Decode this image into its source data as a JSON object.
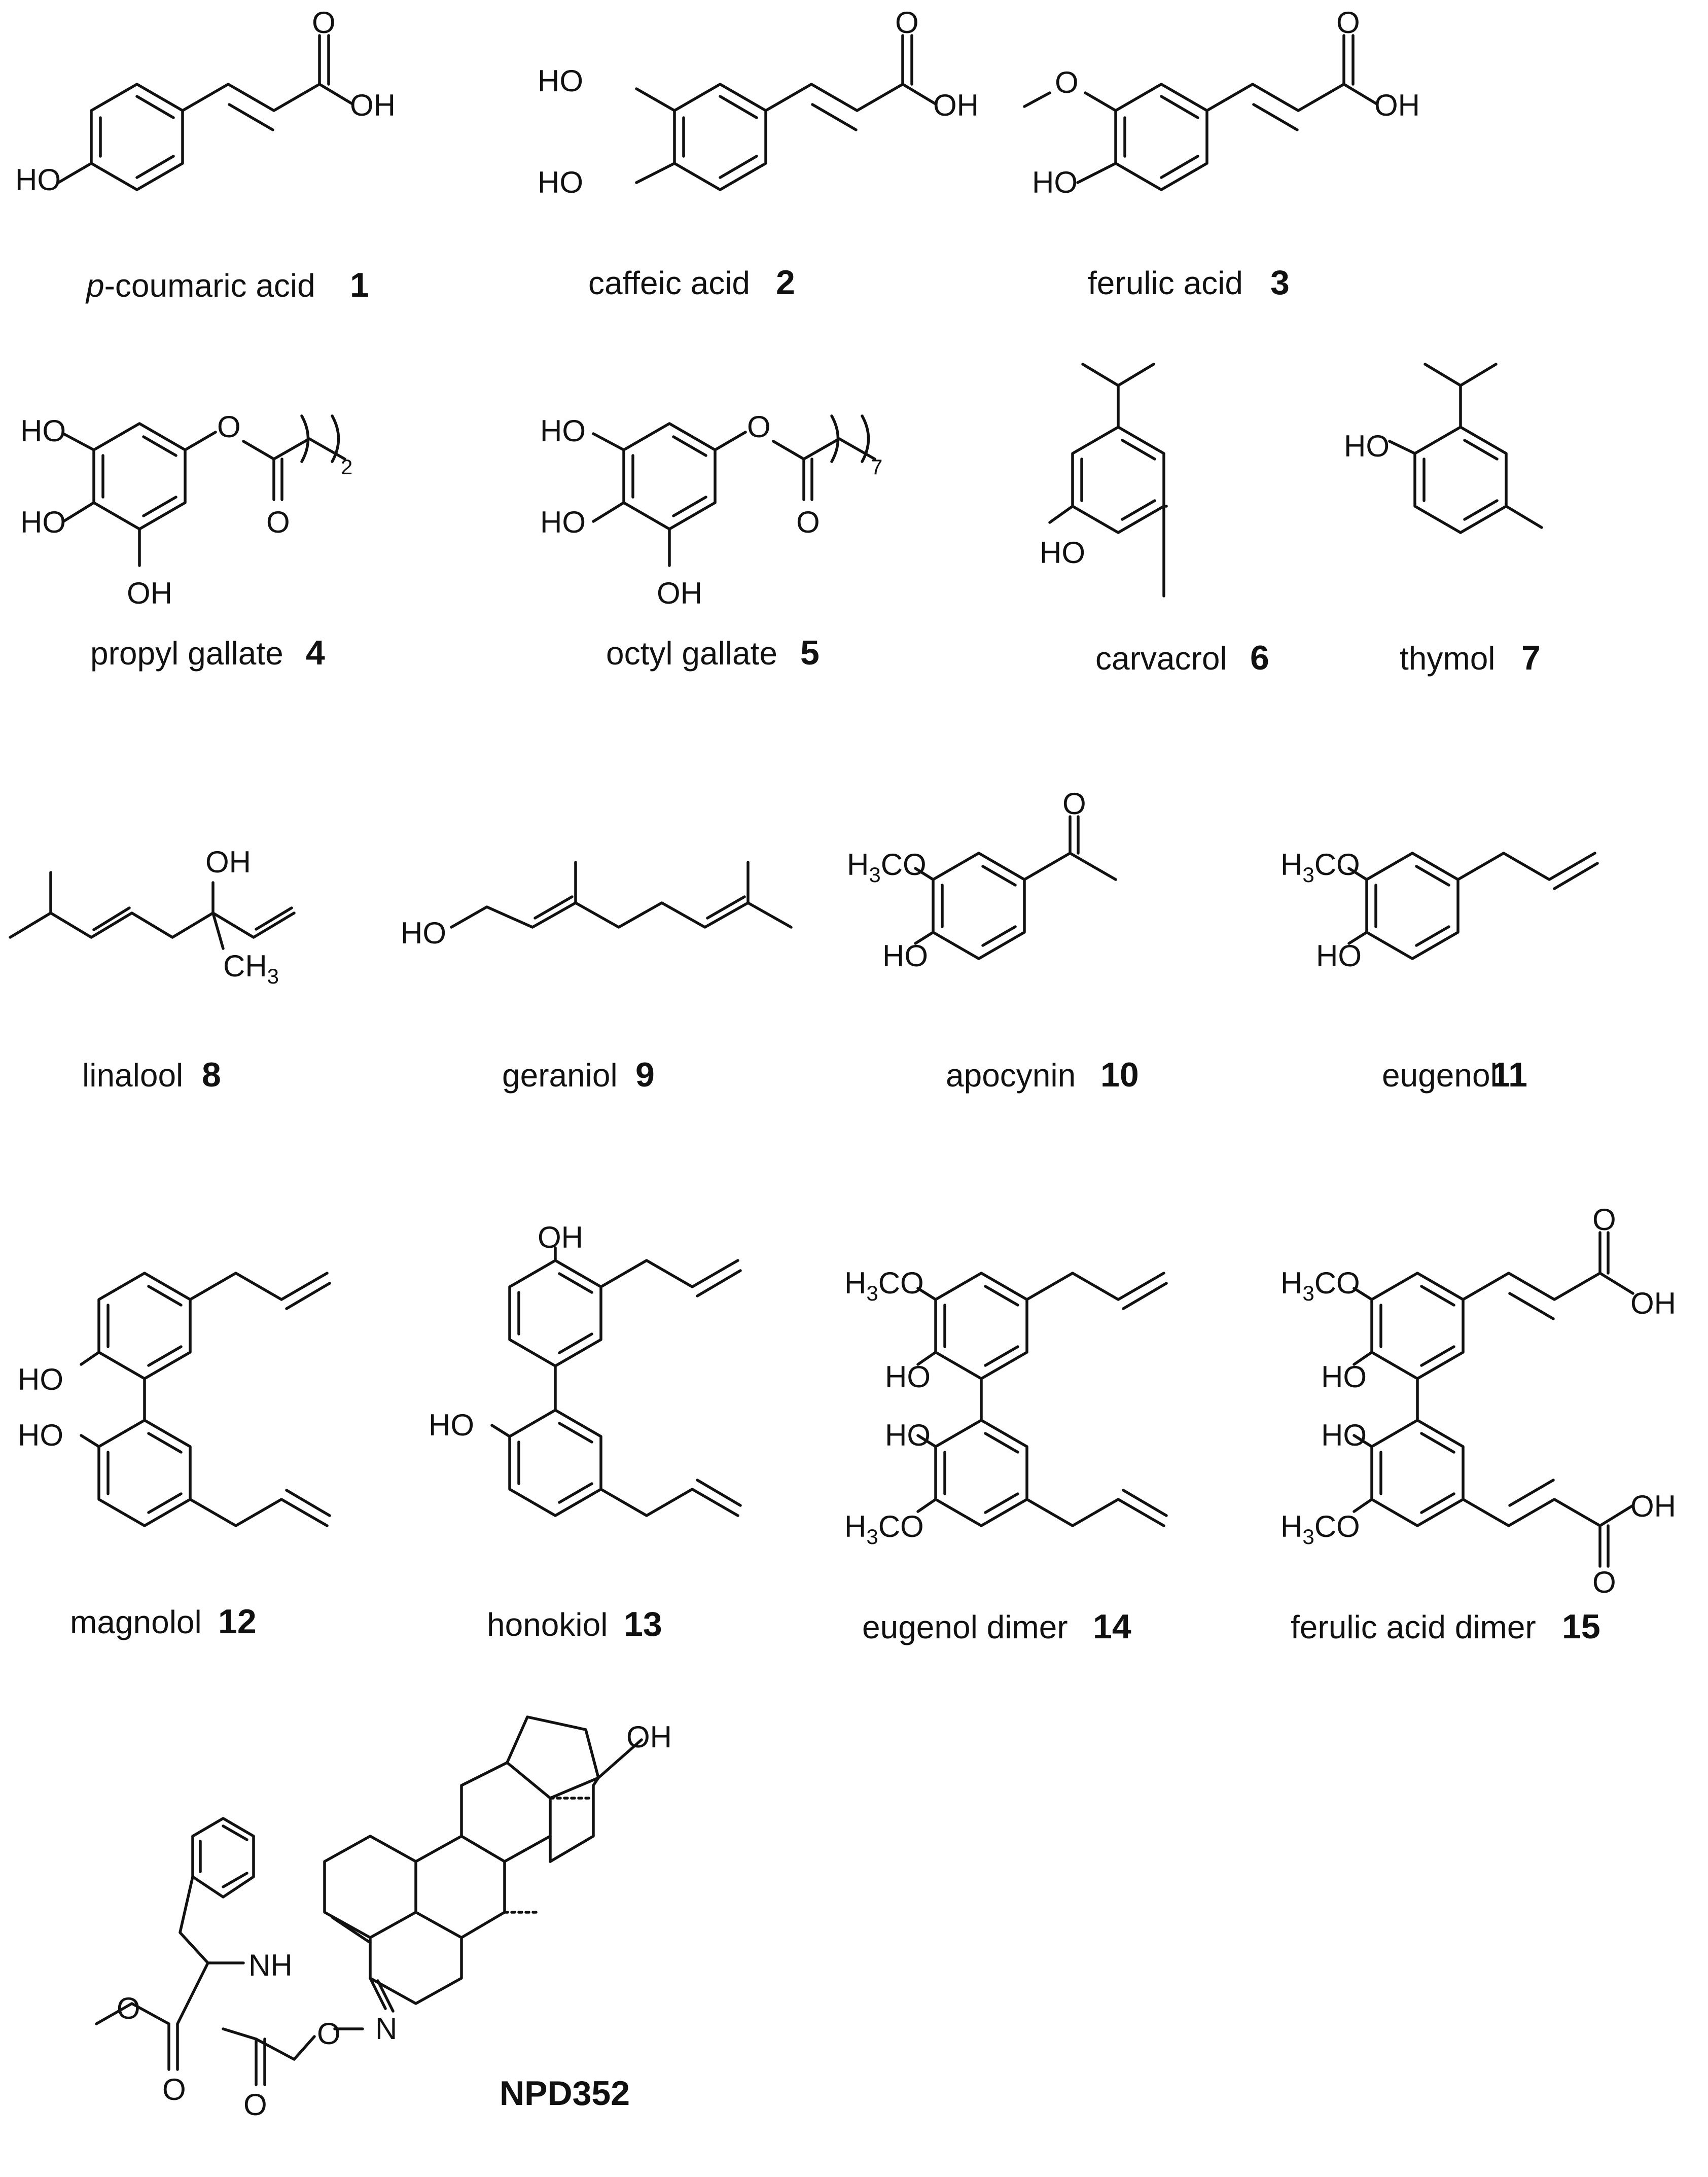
{
  "compounds": [
    {
      "id": "c1",
      "name_prefix": "p",
      "name": "-coumaric acid",
      "number": "1"
    },
    {
      "id": "c2",
      "name": "caffeic acid",
      "number": "2"
    },
    {
      "id": "c3",
      "name": "ferulic acid",
      "number": "3"
    },
    {
      "id": "c4",
      "name": "propyl gallate",
      "number": "4"
    },
    {
      "id": "c5",
      "name": "octyl gallate",
      "number": "5"
    },
    {
      "id": "c6",
      "name": "carvacrol",
      "number": "6"
    },
    {
      "id": "c7",
      "name": "thymol",
      "number": "7"
    },
    {
      "id": "c8",
      "name": "linalool",
      "number": "8"
    },
    {
      "id": "c9",
      "name": "geraniol",
      "number": "9"
    },
    {
      "id": "c10",
      "name": "apocynin",
      "number": "10"
    },
    {
      "id": "c11",
      "name": "eugenol",
      "number": "11"
    },
    {
      "id": "c12",
      "name": "magnolol",
      "number": "12"
    },
    {
      "id": "c13",
      "name": "honokiol",
      "number": "13"
    },
    {
      "id": "c14",
      "name": "eugenol dimer",
      "number": "14"
    },
    {
      "id": "c15",
      "name": "ferulic acid dimer",
      "number": "15"
    },
    {
      "id": "npd",
      "name": "NPD352"
    }
  ],
  "atoms": {
    "O": "O",
    "OH": "OH",
    "HO": "HO",
    "H3CO": "H3CO",
    "H": "H",
    "C": "C",
    "CO": "CO",
    "CH": "CH",
    "N": "N",
    "NH": "NH",
    "num3": "3",
    "num2": "2",
    "num7": "7"
  }
}
